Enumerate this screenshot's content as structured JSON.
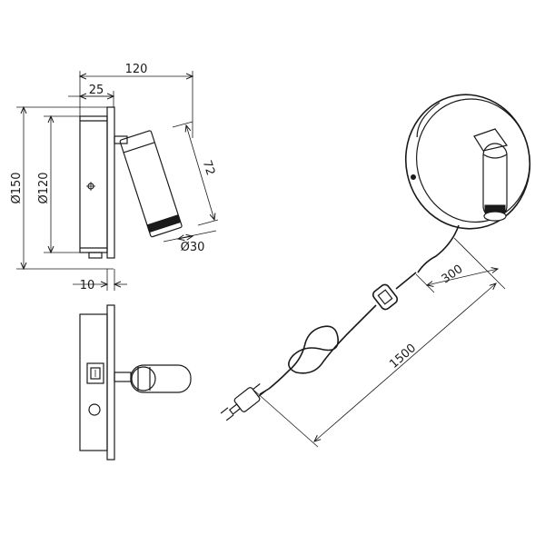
{
  "dimensions": {
    "width_total": "120",
    "depth_base": "25",
    "diameter_outer": "Ø150",
    "diameter_inner": "Ø120",
    "arm_length": "72",
    "head_diameter": "Ø30",
    "plate_thickness": "10",
    "cable_to_switch": "300",
    "cable_total": "1500"
  }
}
